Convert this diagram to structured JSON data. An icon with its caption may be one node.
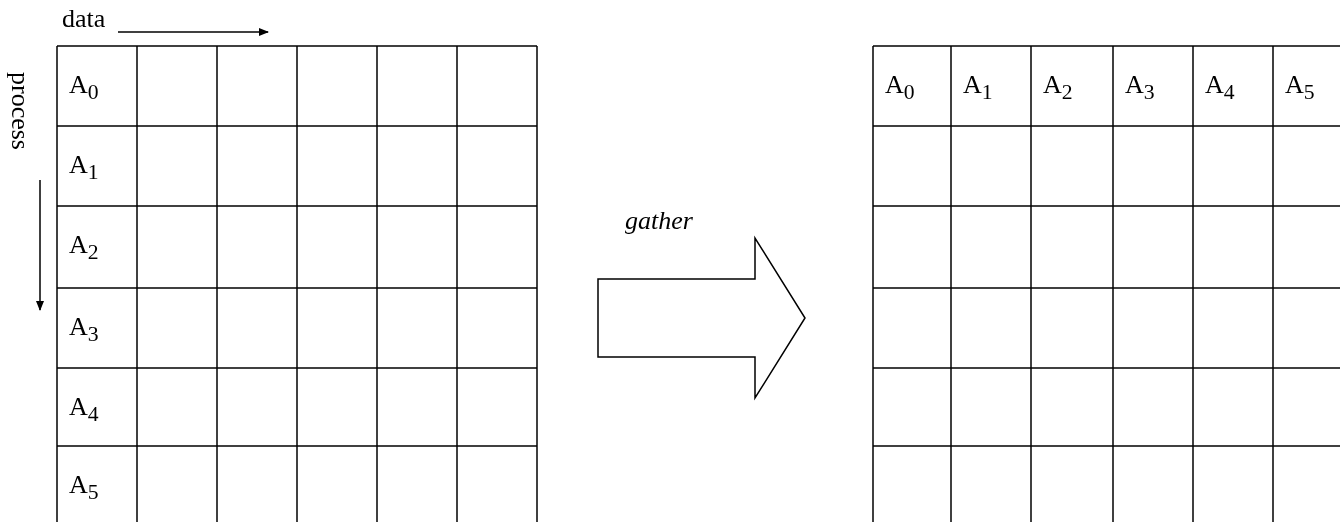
{
  "diagram": {
    "nodes": [
      {
        "text": [
          "A$_{0}$",
          "A$_{1}$",
          "A$_{2}$",
          "A$_{3}$",
          "A$_{4}$",
          "A$_{5}$"
        ]
      },
      {
        "text": [
          "A$_{0}$",
          "A$_{1}$",
          "A$_{2}$",
          "A$_{3}$",
          "A$_{4}$",
          "A$_{5}$"
        ]
      }
    ],
    "edges": [
      {
        "from": 0,
        "to": 1,
        "arrow": "to",
        "label": "gather"
      }
    ],
    "labels": [
      "data",
      "process"
    ]
  }
}
